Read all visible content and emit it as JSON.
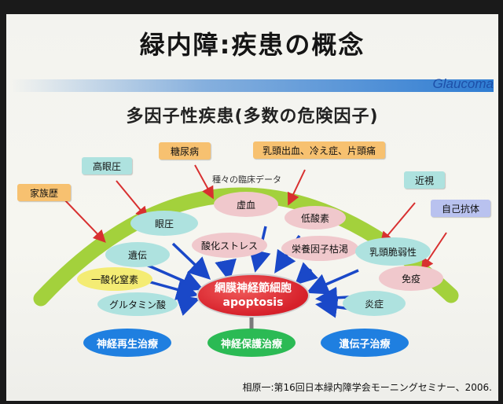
{
  "title": "緑内障:疾患の概念",
  "brand": "Glaucoma",
  "subtitle": "多因子性疾患(多数の危険因子)",
  "arc_label": "種々の臨床データ",
  "center": {
    "line1": "網膜神経節細胞",
    "line2": "apoptosis"
  },
  "risk_tags": {
    "family_history": "家族歴",
    "high_iop": "高眼圧",
    "diabetes": "糖尿病",
    "vascular": "乳頭出血、冷え症、片頭痛",
    "myopia": "近視",
    "autoantibody": "自己抗体"
  },
  "factors": {
    "iop": "眼圧",
    "ischemia": "虚血",
    "hypoxia": "低酸素",
    "oxidative_stress": "酸化ストレス",
    "nutrient": "栄養因子枯渇",
    "genetics": "遺伝",
    "papilla": "乳頭脆弱性",
    "no": "一酸化窒素",
    "immunity": "免疫",
    "glutamate": "グルタミン酸",
    "inflammation": "炎症"
  },
  "therapies": {
    "regeneration": "神経再生治療",
    "protection": "神経保護治療",
    "gene": "遺伝子治療"
  },
  "citation": "相原一:第16回日本緑内障学会モーニングセミナー、2006."
}
